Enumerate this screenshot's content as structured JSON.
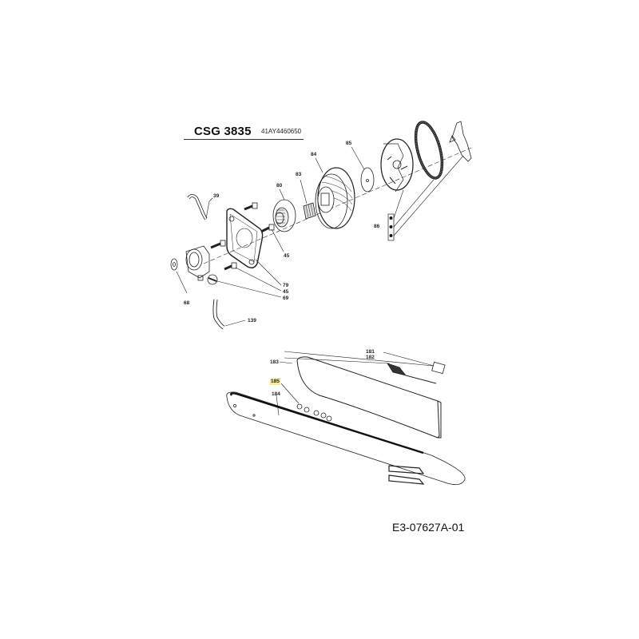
{
  "header": {
    "model": "CSG 3835",
    "part_number": "41AY4460650"
  },
  "footer": {
    "drawing_id": "E3-07627A-01"
  },
  "highlight_color": "#fbe98a",
  "callouts": {
    "c39": "39",
    "c80": "80",
    "c83": "83",
    "c84": "84",
    "c85": "85",
    "c86": "86",
    "c45a": "45",
    "c79": "79",
    "c45b": "45",
    "c69": "69",
    "c68": "68",
    "c139": "139",
    "c181": "181",
    "c182": "182",
    "c183": "183",
    "c185": "185",
    "c184": "184"
  }
}
